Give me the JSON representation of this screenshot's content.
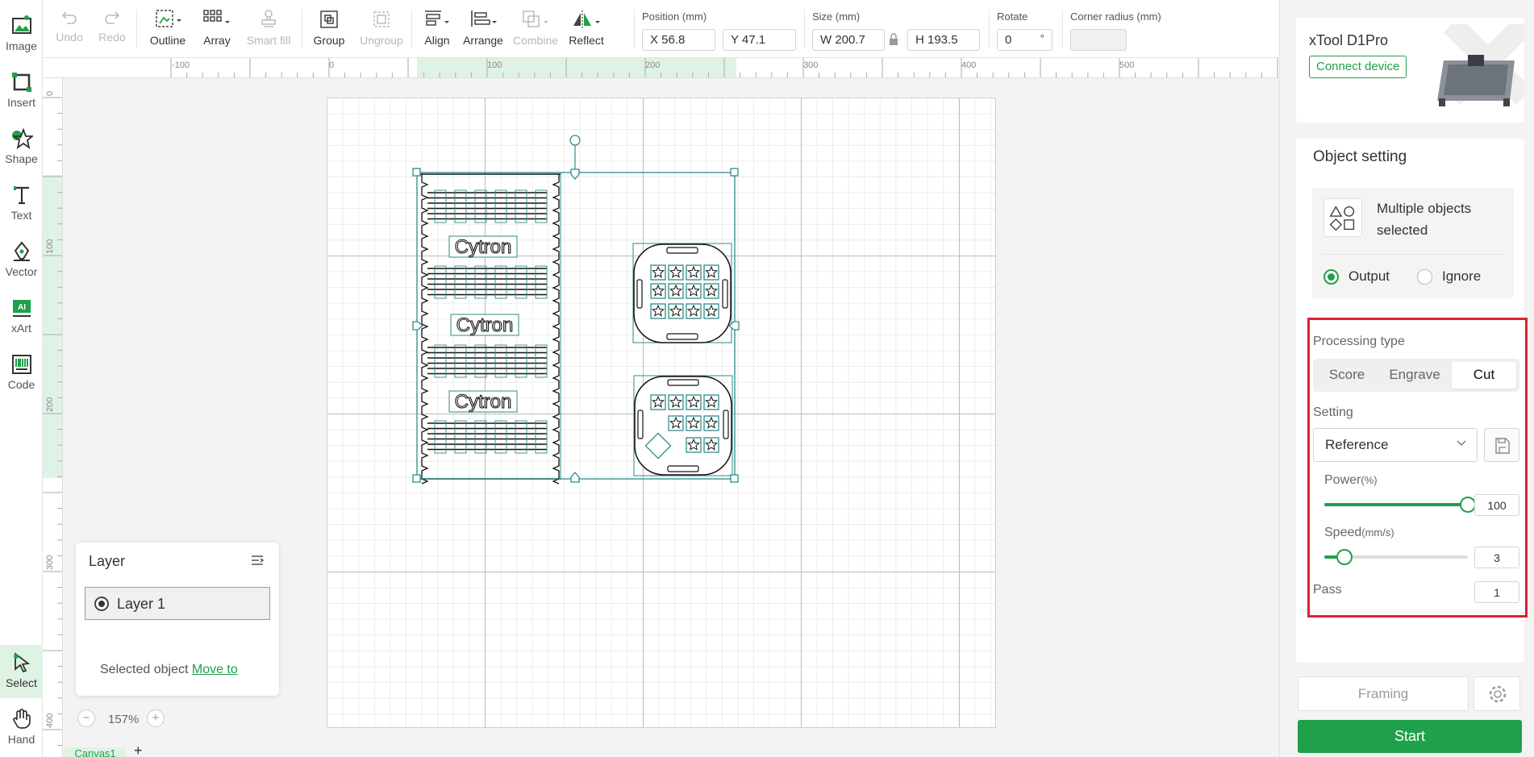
{
  "left_tools": [
    {
      "label": "Image",
      "icon": "image-icon"
    },
    {
      "label": "Insert",
      "icon": "insert-icon"
    },
    {
      "label": "Shape",
      "icon": "shape-icon"
    },
    {
      "label": "Text",
      "icon": "text-icon"
    },
    {
      "label": "Vector",
      "icon": "pen-icon"
    },
    {
      "label": "xArt",
      "icon": "ai-icon"
    },
    {
      "label": "Code",
      "icon": "barcode-icon"
    }
  ],
  "bottom_tools": [
    {
      "label": "Select",
      "icon": "cursor-icon",
      "active": true
    },
    {
      "label": "Hand",
      "icon": "hand-icon",
      "active": false
    }
  ],
  "toolbar": {
    "undo": "Undo",
    "redo": "Redo",
    "outline": "Outline",
    "array": "Array",
    "smart_fill": "Smart fill",
    "group": "Group",
    "ungroup": "Ungroup",
    "align": "Align",
    "arrange": "Arrange",
    "combine": "Combine",
    "reflect": "Reflect",
    "position_label": "Position (mm)",
    "x_value": "X 56.8",
    "y_value": "Y 47.1",
    "size_label": "Size (mm)",
    "w_value": "W 200.7",
    "h_value": "H 193.5",
    "rotate_label": "Rotate",
    "rotate_value": "0",
    "rotate_unit": "°",
    "corner_label": "Corner radius (mm)",
    "corner_value": ""
  },
  "ruler": {
    "top_ticks": [
      "-100",
      "0",
      "100",
      "200",
      "300",
      "400",
      "500"
    ],
    "left_ticks": [
      "0",
      "100",
      "200",
      "300",
      "400"
    ]
  },
  "canvas": {
    "cytron_labels": [
      "Cytron",
      "Cytron",
      "Cytron"
    ]
  },
  "layer_panel": {
    "title": "Layer",
    "layer_name": "Layer 1",
    "selected_text": "Selected object",
    "move_to": "Move to"
  },
  "zoom": {
    "minus": "−",
    "value": "157%",
    "plus": "+"
  },
  "tabs": {
    "canvas1": "Canvas1",
    "add": "+"
  },
  "device": {
    "name": "xTool D1Pro",
    "connect": "Connect device"
  },
  "object_setting": {
    "title": "Object setting",
    "selection": "Multiple objects selected",
    "output": "Output",
    "ignore": "Ignore",
    "output_selected": true
  },
  "processing": {
    "type_label": "Processing type",
    "types": [
      "Score",
      "Engrave",
      "Cut"
    ],
    "selected_type": "Cut",
    "setting_label": "Setting",
    "setting_value": "Reference",
    "power_label": "Power",
    "power_unit": "(%)",
    "power_value": "100",
    "power_fraction": 1.0,
    "speed_label": "Speed",
    "speed_unit": "(mm/s)",
    "speed_value": "3",
    "speed_fraction": 0.14,
    "pass_label": "Pass",
    "pass_value": "1"
  },
  "actions": {
    "framing": "Framing",
    "start": "Start"
  },
  "colors": {
    "accent": "#1fa04a",
    "highlight": "#e02030",
    "selection": "#2e8b88"
  }
}
